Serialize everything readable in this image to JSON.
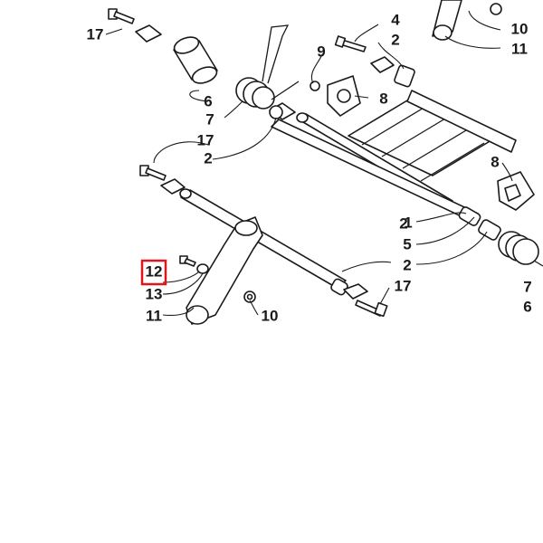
{
  "diagram": {
    "type": "exploded-parts-diagram",
    "highlight_color": "#e0161b",
    "selected_callout": "12",
    "callouts": [
      "17",
      "6",
      "7",
      "2",
      "9",
      "4",
      "2",
      "8",
      "10",
      "11",
      "17",
      "2",
      "8",
      "1",
      "5",
      "2",
      "12",
      "13",
      "11",
      "10",
      "17",
      "7",
      "6"
    ]
  }
}
